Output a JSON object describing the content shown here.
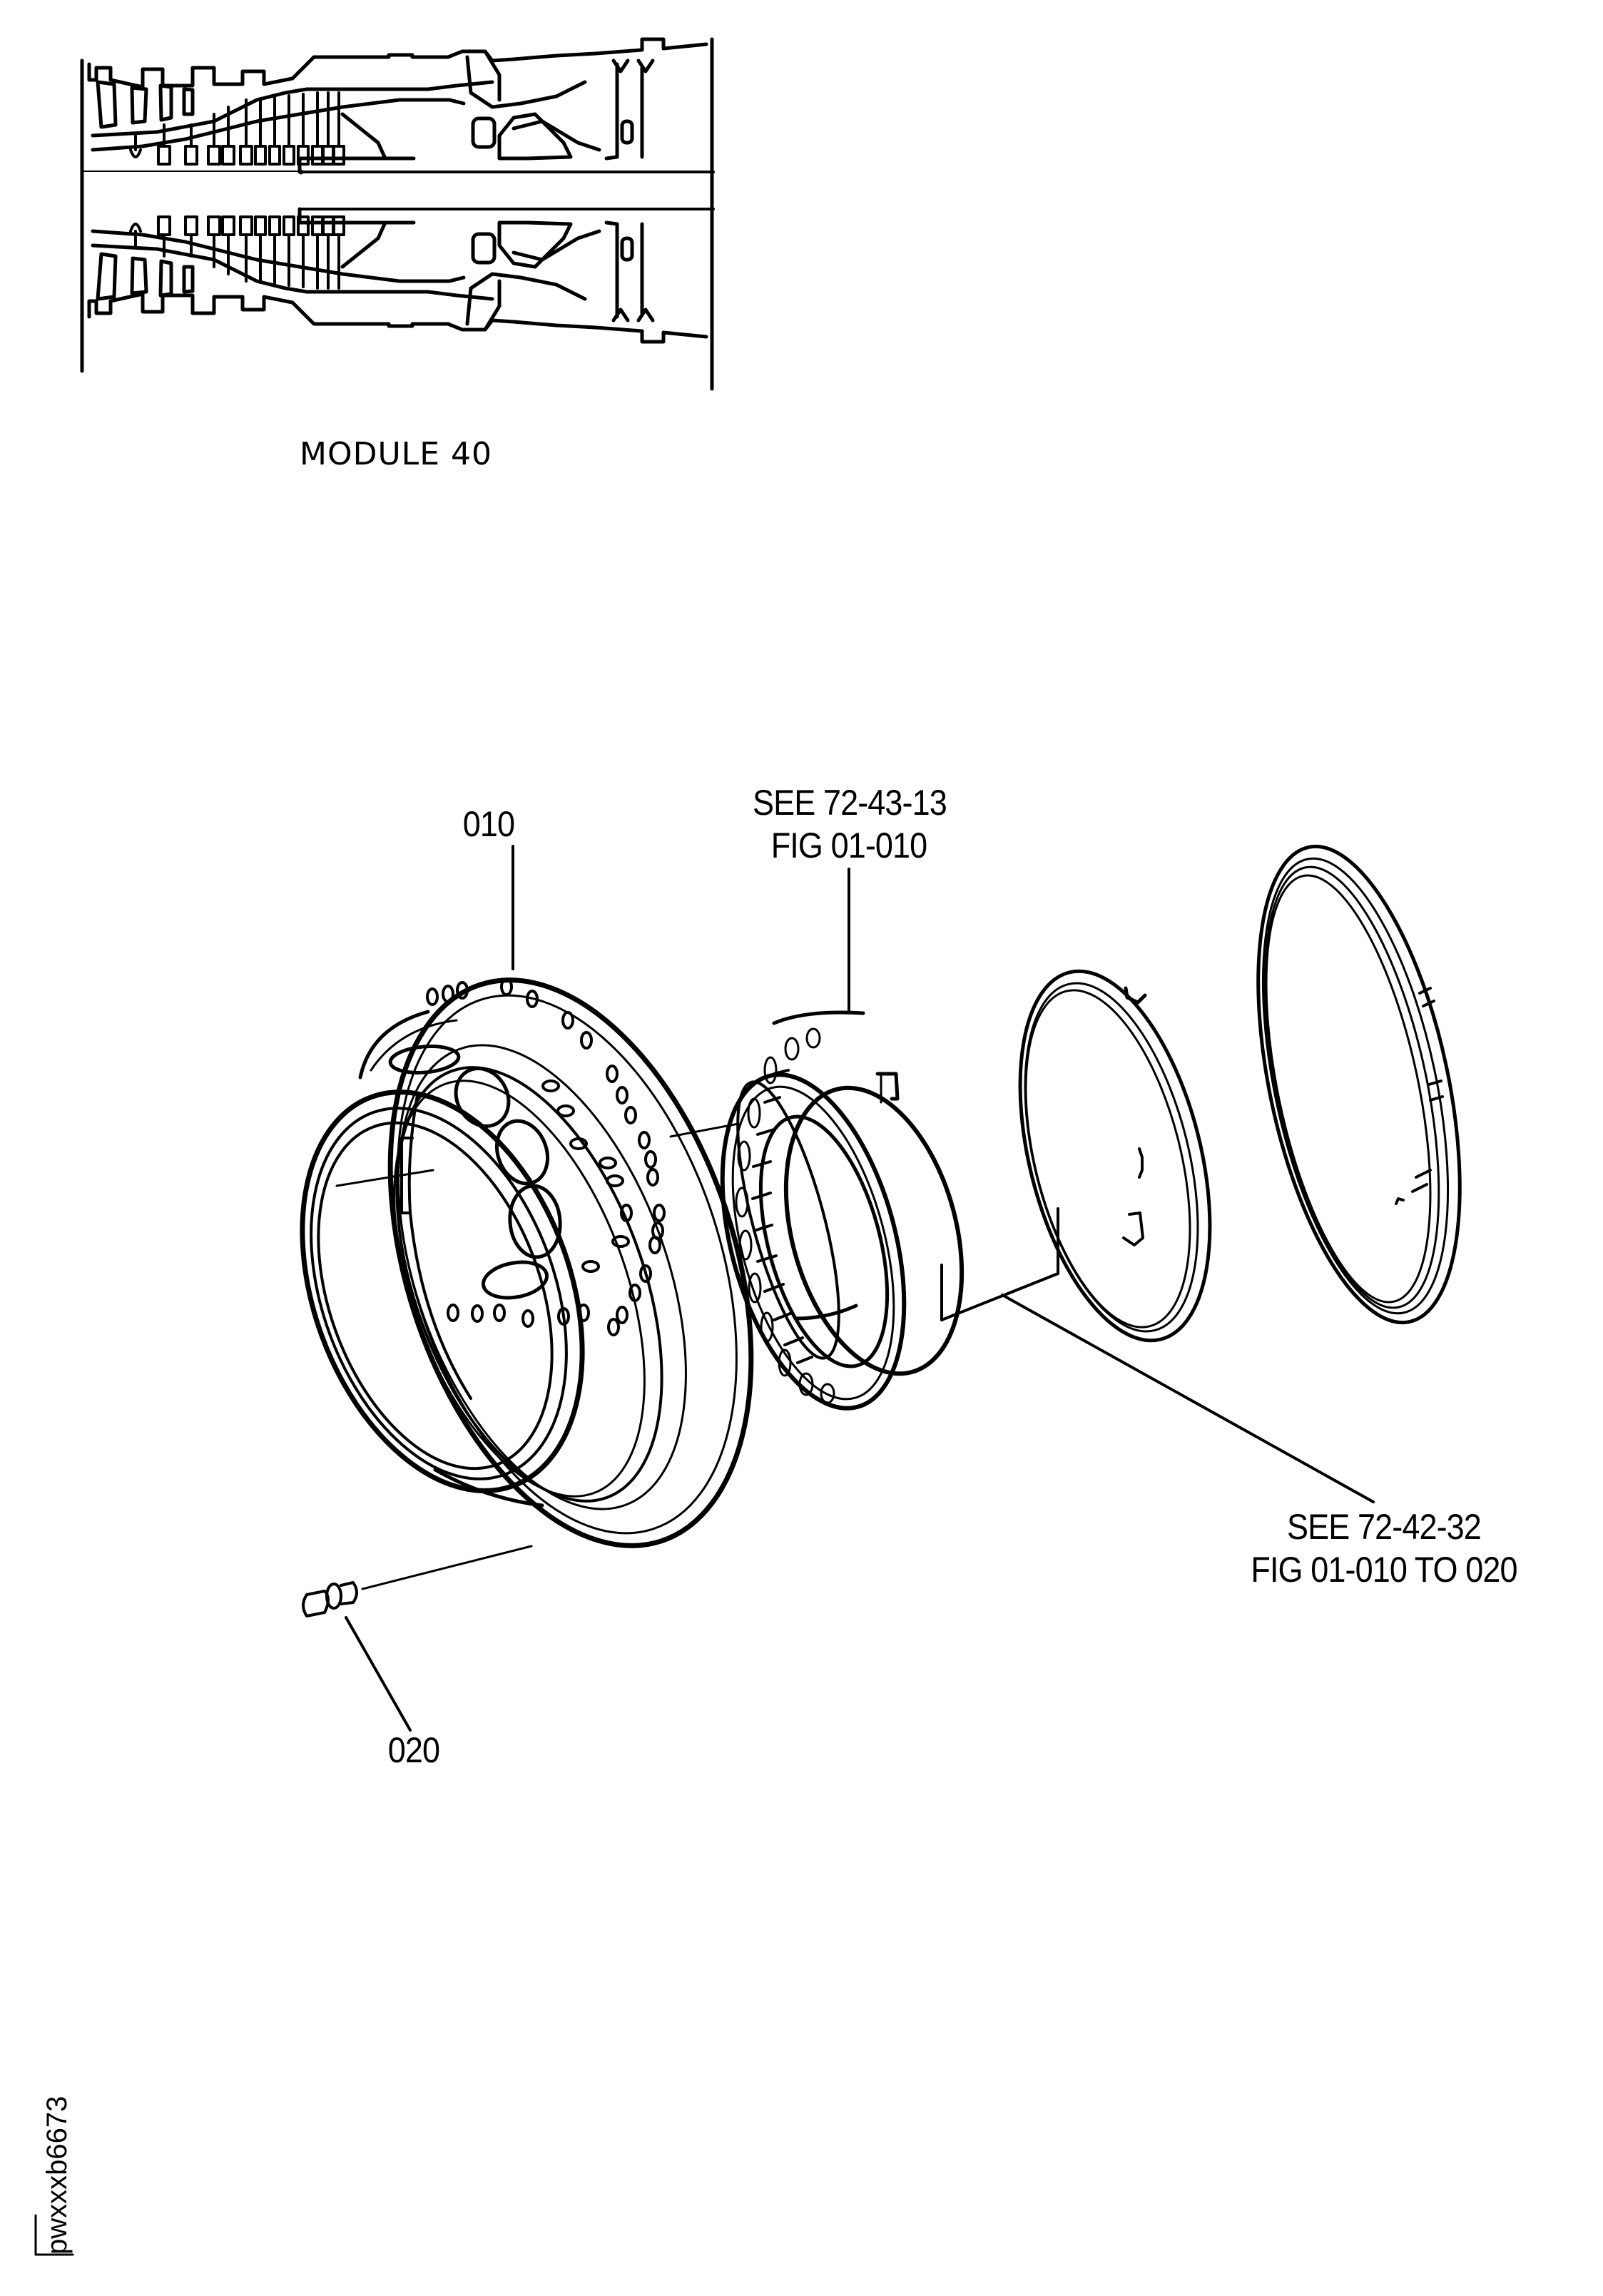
{
  "figure": {
    "inset": {
      "title": "MODULE 40"
    },
    "callouts": [
      {
        "id": "item-010",
        "text": "010"
      },
      {
        "id": "item-020",
        "text": "020"
      }
    ],
    "references": [
      {
        "id": "ref-bearing",
        "lines": [
          "SEE 72-43-13",
          "FIG 01-010"
        ]
      },
      {
        "id": "ref-rings",
        "lines": [
          "SEE 72-42-32",
          "FIG 01-010 TO 020"
        ]
      }
    ],
    "drawing_code": "pwxxxb6673"
  },
  "colors": {
    "ink": "#000000",
    "paper": "#ffffff"
  }
}
